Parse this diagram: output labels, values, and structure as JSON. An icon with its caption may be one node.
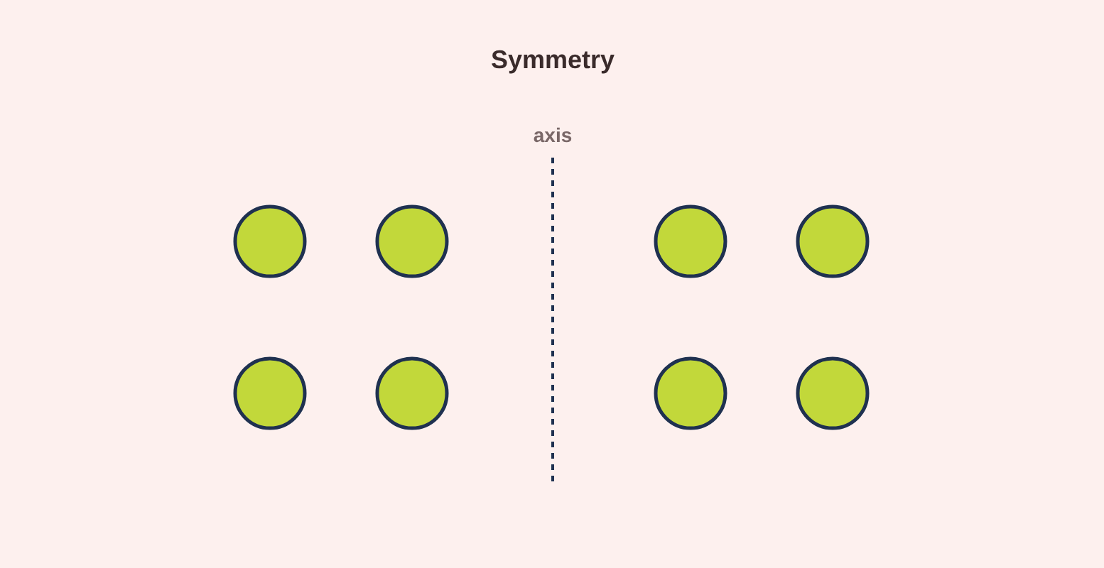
{
  "diagram": {
    "title": "Symmetry",
    "nodes": [
      {
        "text": [],
        "shape": "circle"
      },
      {
        "text": [],
        "shape": "circle"
      },
      {
        "text": [],
        "shape": "circle"
      },
      {
        "text": [],
        "shape": "circle"
      },
      {
        "text": [],
        "shape": "circle"
      },
      {
        "text": [],
        "shape": "circle"
      },
      {
        "text": [],
        "shape": "circle"
      },
      {
        "text": [],
        "shape": "circle"
      }
    ],
    "labels": [
      "axis"
    ]
  }
}
